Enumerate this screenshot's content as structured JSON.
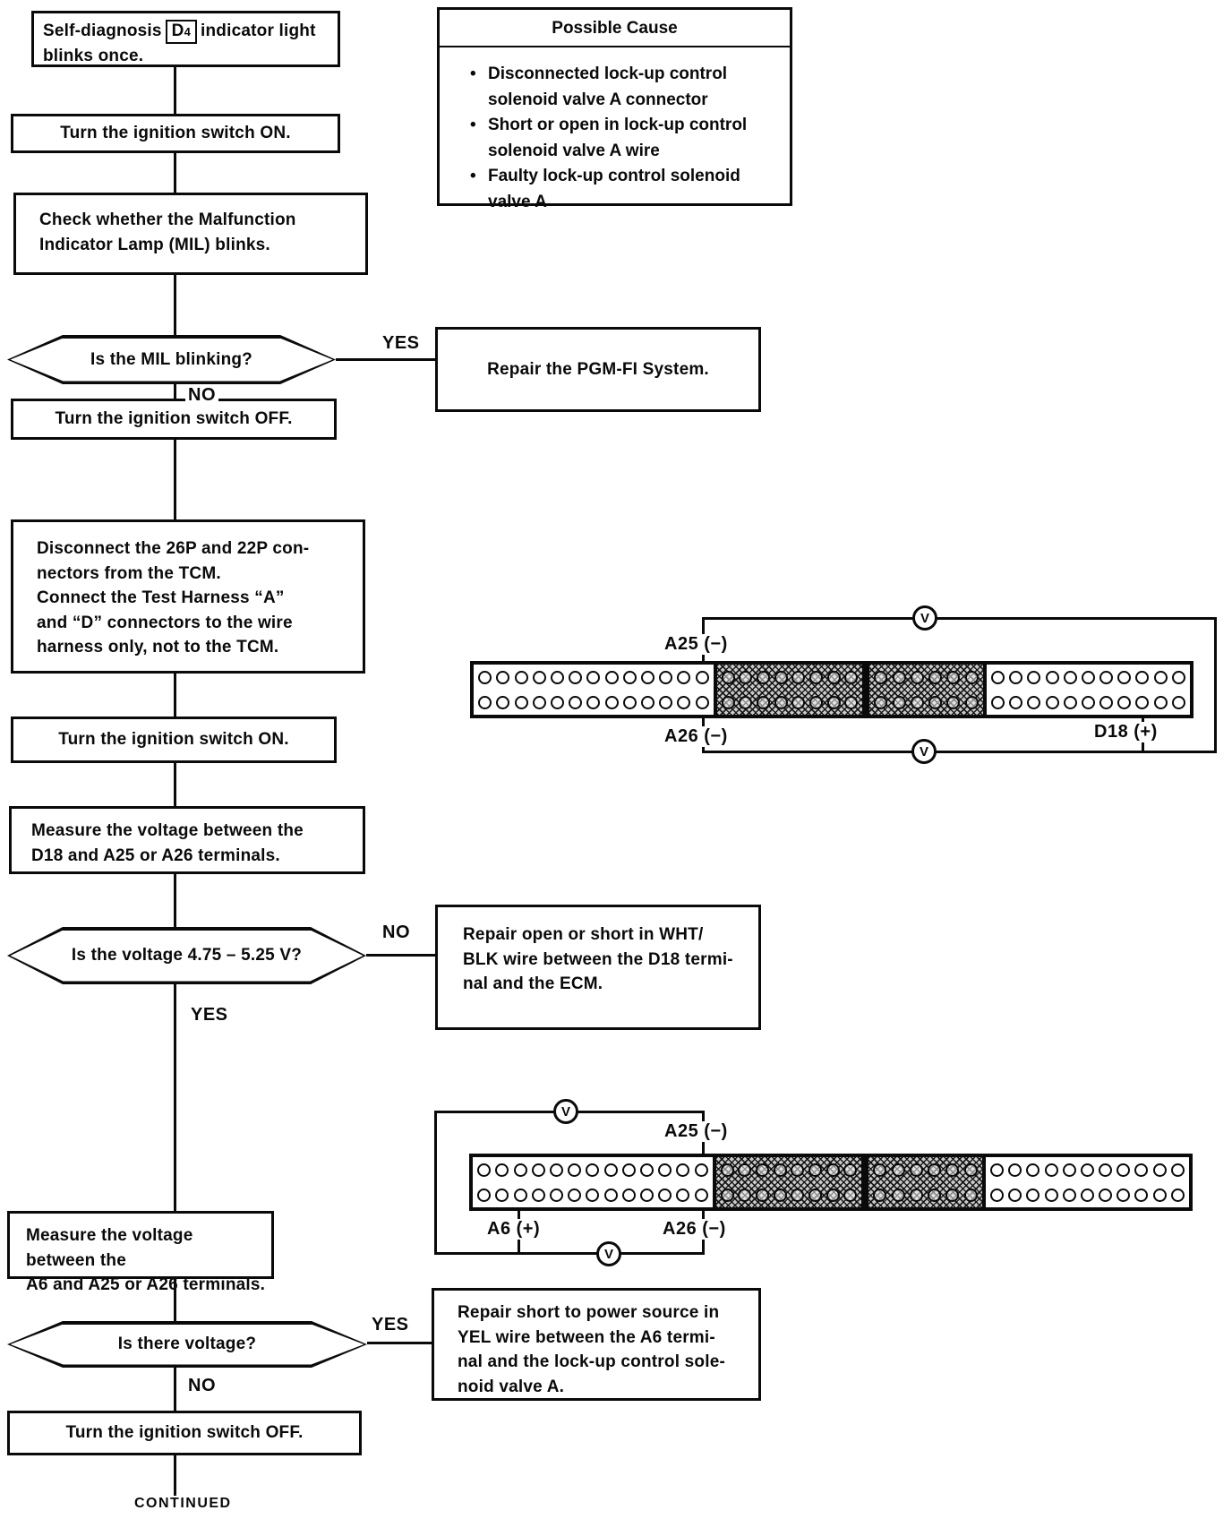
{
  "labels": {
    "yes": "YES",
    "no": "NO",
    "voltmeter": "V",
    "continued": "CONTINUED"
  },
  "start_box": {
    "prefix": "Self-diagnosis",
    "badge_letter": "D",
    "badge_digit": "4",
    "suffix": "indicator light blinks once."
  },
  "possible_cause": {
    "title": "Possible Cause",
    "bullet": "•",
    "items": [
      "Disconnected lock-up control solenoid valve A connector",
      "Short or open in lock-up control solenoid valve A wire",
      "Faulty lock-up control solenoid valve A"
    ]
  },
  "steps": {
    "ignition_on_1": "Turn the ignition switch ON.",
    "check_mil": "Check whether the Malfunction\nIndicator Lamp (MIL) blinks.",
    "mil_blinking_q": "Is the MIL blinking?",
    "repair_pgmfi": "Repair the PGM-FI System.",
    "ignition_off_1": "Turn the ignition switch OFF.",
    "disconnect_tcm": "Disconnect the 26P and 22P con-\nnectors from the TCM.\nConnect the Test Harness “A”\nand “D” connectors to the wire\nharness only, not to the TCM.",
    "ignition_on_2": "Turn the ignition switch ON.",
    "measure_d18": "Measure the voltage between the\nD18 and A25 or A26 terminals.",
    "voltage_range_q": "Is the voltage 4.75 – 5.25 V?",
    "repair_wht_blk": "Repair open or short in WHT/\nBLK wire between the D18 termi-\nnal and the ECM.",
    "measure_a6": "Measure the voltage between the\nA6 and A25 or A26 terminals.",
    "voltage_q": "Is there voltage?",
    "repair_yel": "Repair short to power source in\nYEL wire between the A6 termi-\nnal and the lock-up control sole-\nnoid valve A.",
    "ignition_off_2": "Turn the ignition switch OFF."
  },
  "terminal_labels": {
    "a25": "A25 (−)",
    "a26": "A26 (−)",
    "d18": "D18 (+)",
    "a6": "A6 (+)"
  },
  "connector_diagrams": [
    {
      "name": "voltage-check-d18-a25-a26",
      "sections": [
        {
          "type": "open",
          "pins_per_row": 13
        },
        {
          "type": "shaded",
          "pins_per_row": 8
        },
        {
          "type": "shaded",
          "pins_per_row": 6
        },
        {
          "type": "open",
          "pins_per_row": 11
        }
      ]
    },
    {
      "name": "voltage-check-a6-a25-a26",
      "sections": [
        {
          "type": "open",
          "pins_per_row": 13
        },
        {
          "type": "shaded",
          "pins_per_row": 8
        },
        {
          "type": "shaded",
          "pins_per_row": 6
        },
        {
          "type": "open",
          "pins_per_row": 11
        }
      ]
    }
  ]
}
